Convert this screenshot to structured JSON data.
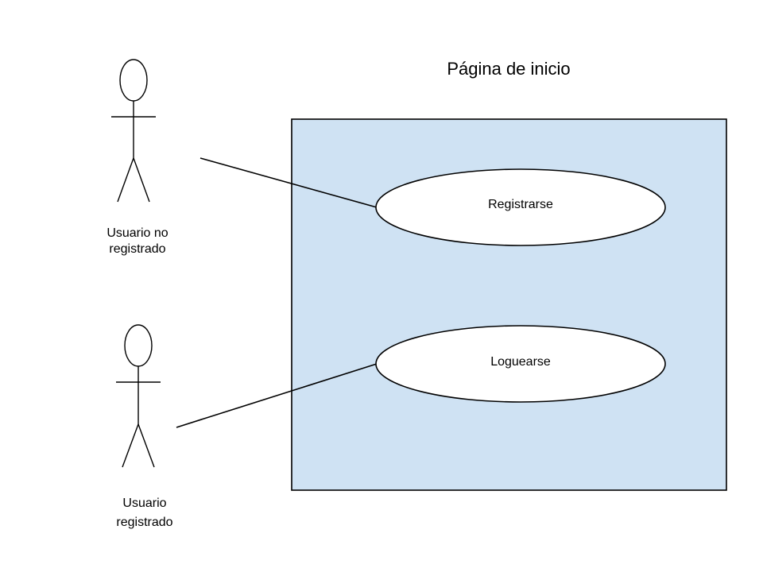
{
  "system": {
    "title": "Página de inicio",
    "fill_color": "#cfe2f3",
    "border_color": "#000000"
  },
  "actors": {
    "unregistered": {
      "label_line1": "Usuario no",
      "label_line2": "registrado"
    },
    "registered": {
      "label_line1": "Usuario",
      "label_line2": "registrado"
    }
  },
  "use_cases": {
    "register": {
      "label": "Registrarse"
    },
    "login": {
      "label": "Loguearse"
    }
  }
}
